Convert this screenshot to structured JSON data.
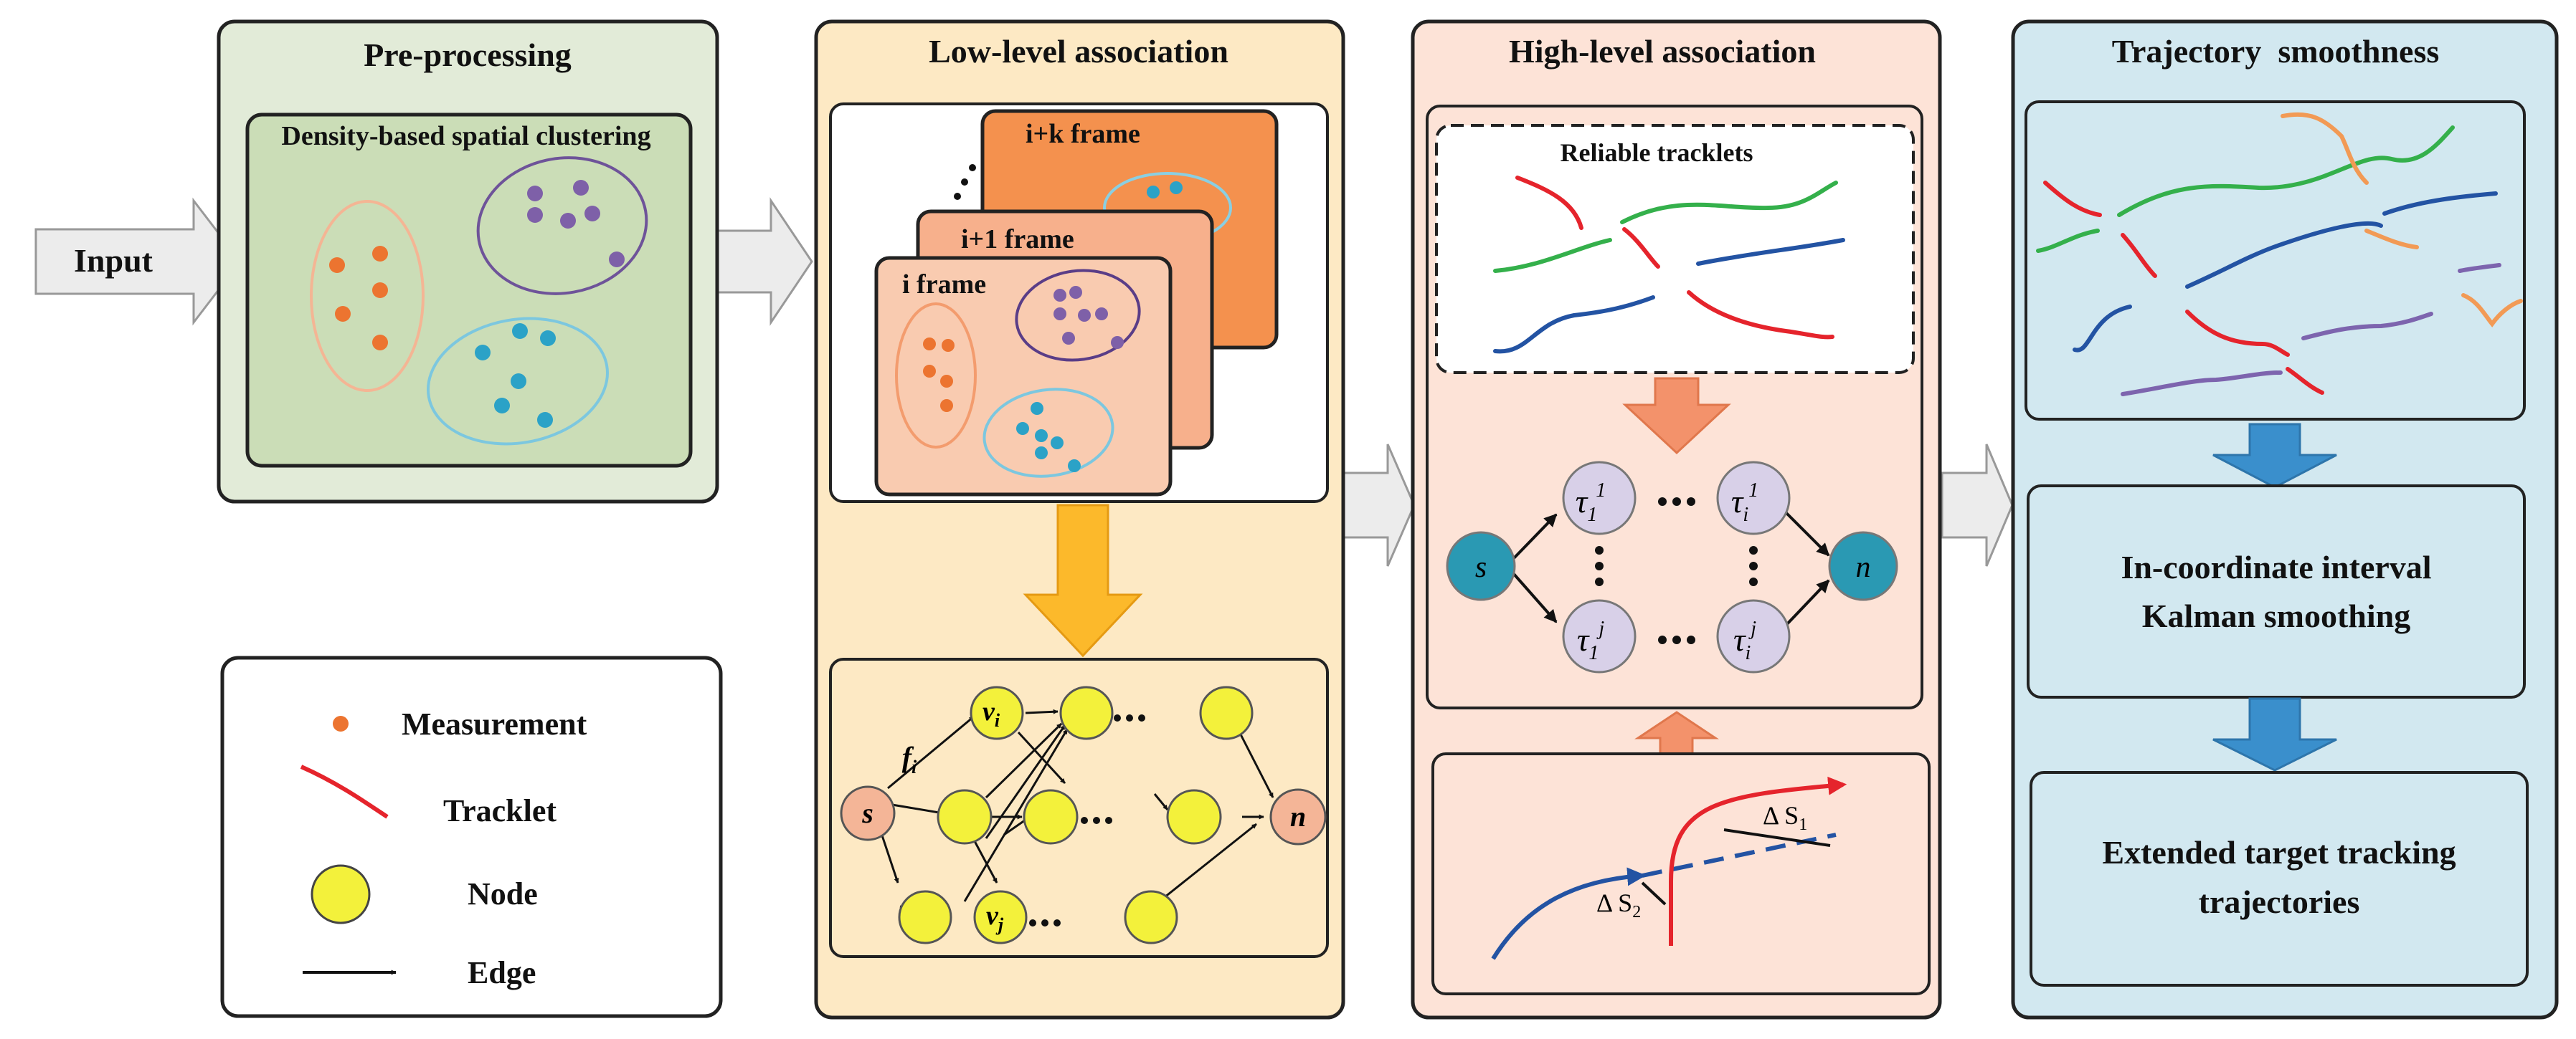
{
  "input": {
    "label": "Input"
  },
  "preprocessing": {
    "title": "Pre-processing",
    "clustering_title": "Density-based spatial clustering"
  },
  "low_level": {
    "title": "Low-level association",
    "frames": [
      "i+k frame",
      "i+1 frame",
      "i frame"
    ],
    "graph": {
      "source": "s",
      "sink": "n",
      "node_vi": "v",
      "node_vi_sub": "i",
      "node_vj": "v",
      "node_vj_sub": "j",
      "flow": "f",
      "flow_sub": "i"
    }
  },
  "high_level": {
    "title": "High-level association",
    "reliable_title": "Reliable tracklets",
    "graph": {
      "source": "s",
      "sink": "n",
      "tau": "τ",
      "node_11_sub": "1",
      "node_11_sup": "1",
      "node_i1_sub": "i",
      "node_i1_sup": "1",
      "node_1j_sub": "1",
      "node_1j_sup": "j",
      "node_ij_sub": "i",
      "node_ij_sup": "j"
    },
    "delta_1": {
      "delta": "Δ S",
      "sub": "1"
    },
    "delta_2": {
      "delta": "Δ S",
      "sub": "2"
    }
  },
  "smoothness": {
    "title": "Trajectory  smoothness",
    "kalman": [
      "In-coordinate interval",
      "Kalman smoothing"
    ],
    "output": [
      "Extended target tracking",
      "trajectories"
    ]
  },
  "legend": {
    "measurement": "Measurement",
    "tracklet": "Tracklet",
    "node": "Node",
    "edge": "Edge"
  },
  "colors": {
    "pre_bg": "#e2ebd8",
    "pre_inner": "#cbddb7",
    "low_bg": "#fde9c4",
    "high_bg": "#fde3d7",
    "smooth_bg": "#d2e8f0",
    "orange_dot": "#ec7430",
    "purple_dot": "#7e60a8",
    "cyan_dot": "#2ba2c7",
    "node_yellow": "#f3f13b",
    "node_salmon": "#f4b597",
    "node_lavender": "#d8d0e8",
    "node_teal": "#2a99b3",
    "arrow_gold": "#fcb92b",
    "arrow_salmon": "#f3926b",
    "arrow_blue": "#3a8fcc",
    "track_red": "#e5242c",
    "track_green": "#34b04b",
    "track_blue": "#2353a3",
    "track_purple": "#7d64ae",
    "track_orange": "#f29a55"
  }
}
